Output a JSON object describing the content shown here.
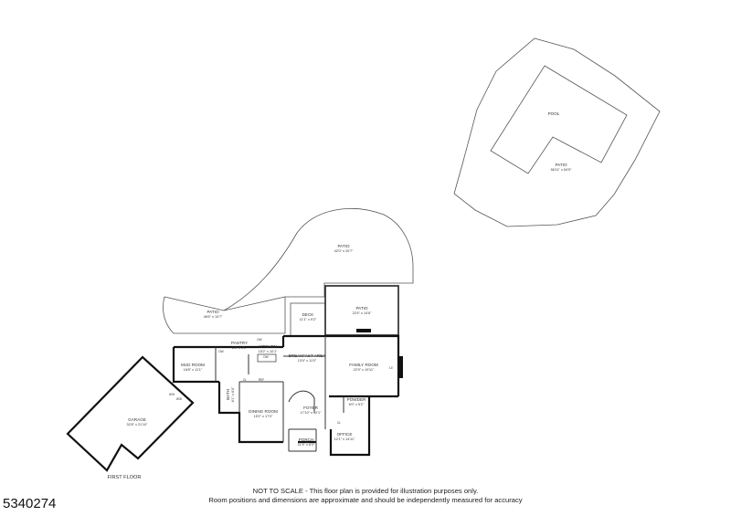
{
  "rooms": {
    "pool": {
      "name": "POOL",
      "dim": ""
    },
    "patio_pool": {
      "name": "PATIO",
      "dim": "56'11\" x 54'5\""
    },
    "patio_large": {
      "name": "PATIO",
      "dim": "42'0\" x 20'7\""
    },
    "patio_left": {
      "name": "PATIO",
      "dim": "46'6\" x 10'7\""
    },
    "deck": {
      "name": "DECK",
      "dim": "11'1\" x 9'2\""
    },
    "patio_right": {
      "name": "PATIO",
      "dim": "22'4\" x 14'6\""
    },
    "pantry": {
      "name": "PANTRY",
      "dim": "6'8\" x 5'1\""
    },
    "kitchen": {
      "name": "KITCHEN",
      "dim": "15'2\" x 10'1\""
    },
    "breakfast": {
      "name": "BREAKFAST AREA",
      "dim": "13'4\" x 11'0\""
    },
    "family": {
      "name": "FAMILY ROOM",
      "dim": "22'9\" x 19'11\""
    },
    "mud": {
      "name": "MUD ROOM",
      "dim": "16'8\" x 11'1\""
    },
    "garage": {
      "name": "GARAGE",
      "dim": "32'8\" x 21'10\""
    },
    "bath": {
      "name": "BATH",
      "dim": "8'1\" x 6'0\""
    },
    "dining": {
      "name": "DINING ROOM",
      "dim": "15'2\" x 17'0\""
    },
    "foyer": {
      "name": "FOYER",
      "dim": "17'10\" x 12'1\""
    },
    "powder": {
      "name": "POWDER",
      "dim": "6'0\" x 5'2\""
    },
    "office": {
      "name": "OFFICE",
      "dim": "12'1\" x 14'11\""
    },
    "porch": {
      "name": "PORCH",
      "dim": "11'4\" x 6'0\""
    }
  },
  "small_labels": {
    "dw": "DW",
    "dw2": "DW",
    "ref": "REF",
    "dw_mud": "DW",
    "wh": "W/H",
    "wd": "W/D",
    "cl1": "CL",
    "cl2": "CL",
    "ht": "14'"
  },
  "floor_title": "FIRST FLOOR",
  "notes": {
    "line1": "NOT TO SCALE - This floor plan is provided for illustration purposes only.",
    "line2": "Room positions and dimensions are approximate and should be independently measured for accuracy"
  },
  "listing_id": "5340274"
}
